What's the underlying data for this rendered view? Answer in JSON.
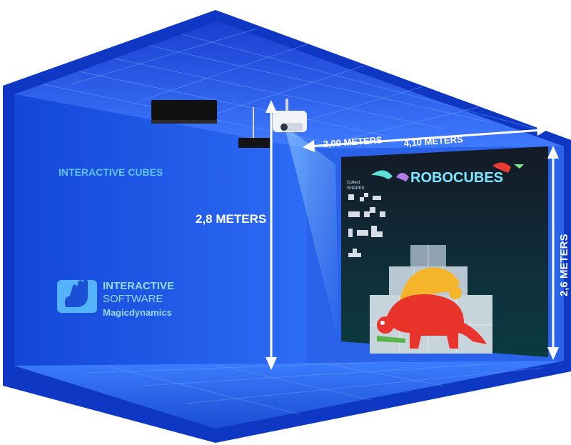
{
  "room": {
    "wall_label": "INTERACTIVE CUBES",
    "height_label": "2,8 METERS",
    "distance_label": "2,00 METERS",
    "width_label": "4,10 METERS",
    "screen_height_label": "2,6 METERS"
  },
  "brand": {
    "line1": "INTERACTIVE",
    "line2": "SOFTWARE",
    "line3": "Magicdynamics",
    "icon": "hand-touch-icon"
  },
  "screen": {
    "title": "ROBOCUBES",
    "panel_title_line1": "Collect",
    "panel_title_line2": "SHAPES"
  },
  "colors": {
    "room_blue": "#1f5bf0",
    "wall_text": "#5fc6ff",
    "screen_dark": "#0d1822",
    "accent_cyan": "#7fe6ff",
    "dino_red": "#e8342a"
  }
}
